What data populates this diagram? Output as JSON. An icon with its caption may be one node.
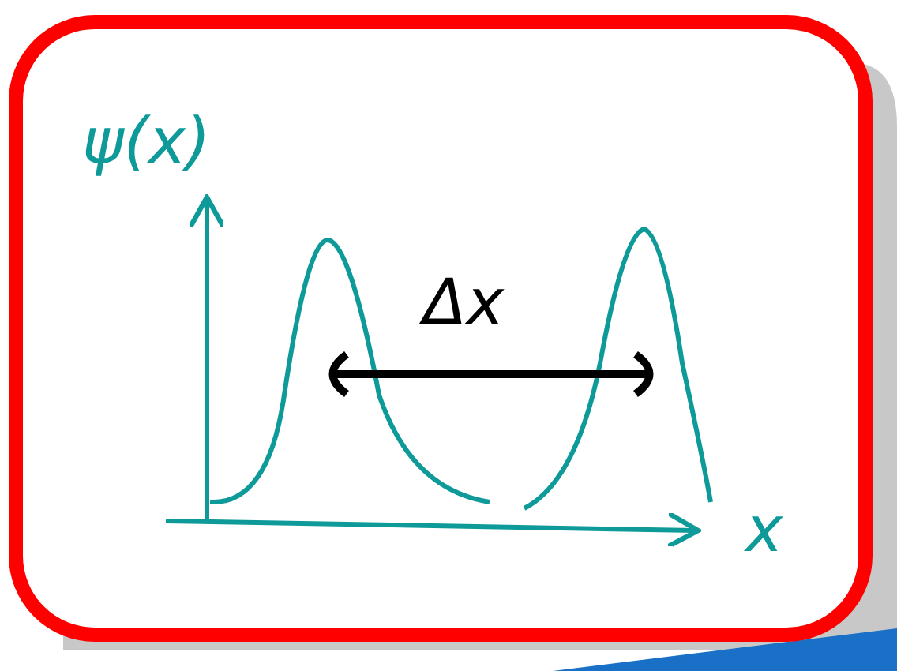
{
  "diagram": {
    "labels": [
      "ψ(x)",
      "Δx",
      "x"
    ]
  }
}
